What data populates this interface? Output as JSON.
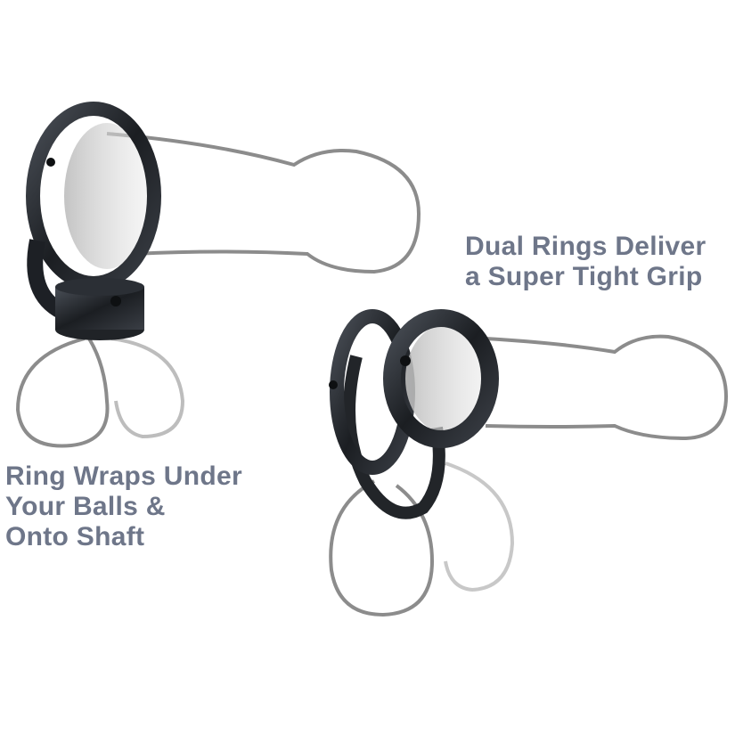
{
  "captions": {
    "right": {
      "line1": "Dual Rings Deliver",
      "line2": "a Super Tight Grip"
    },
    "left": {
      "line1": "Ring Wraps Under",
      "line2": "Your Balls &",
      "line3": "Onto Shaft"
    }
  },
  "colors": {
    "caption_text": "#6e7689",
    "outline": "#8a8a8a",
    "ring_dark": "#1e2126"
  },
  "illustrations": [
    {
      "name": "single-wrap-ring-diagram",
      "position": "top-left"
    },
    {
      "name": "dual-ring-diagram",
      "position": "bottom-right"
    }
  ]
}
